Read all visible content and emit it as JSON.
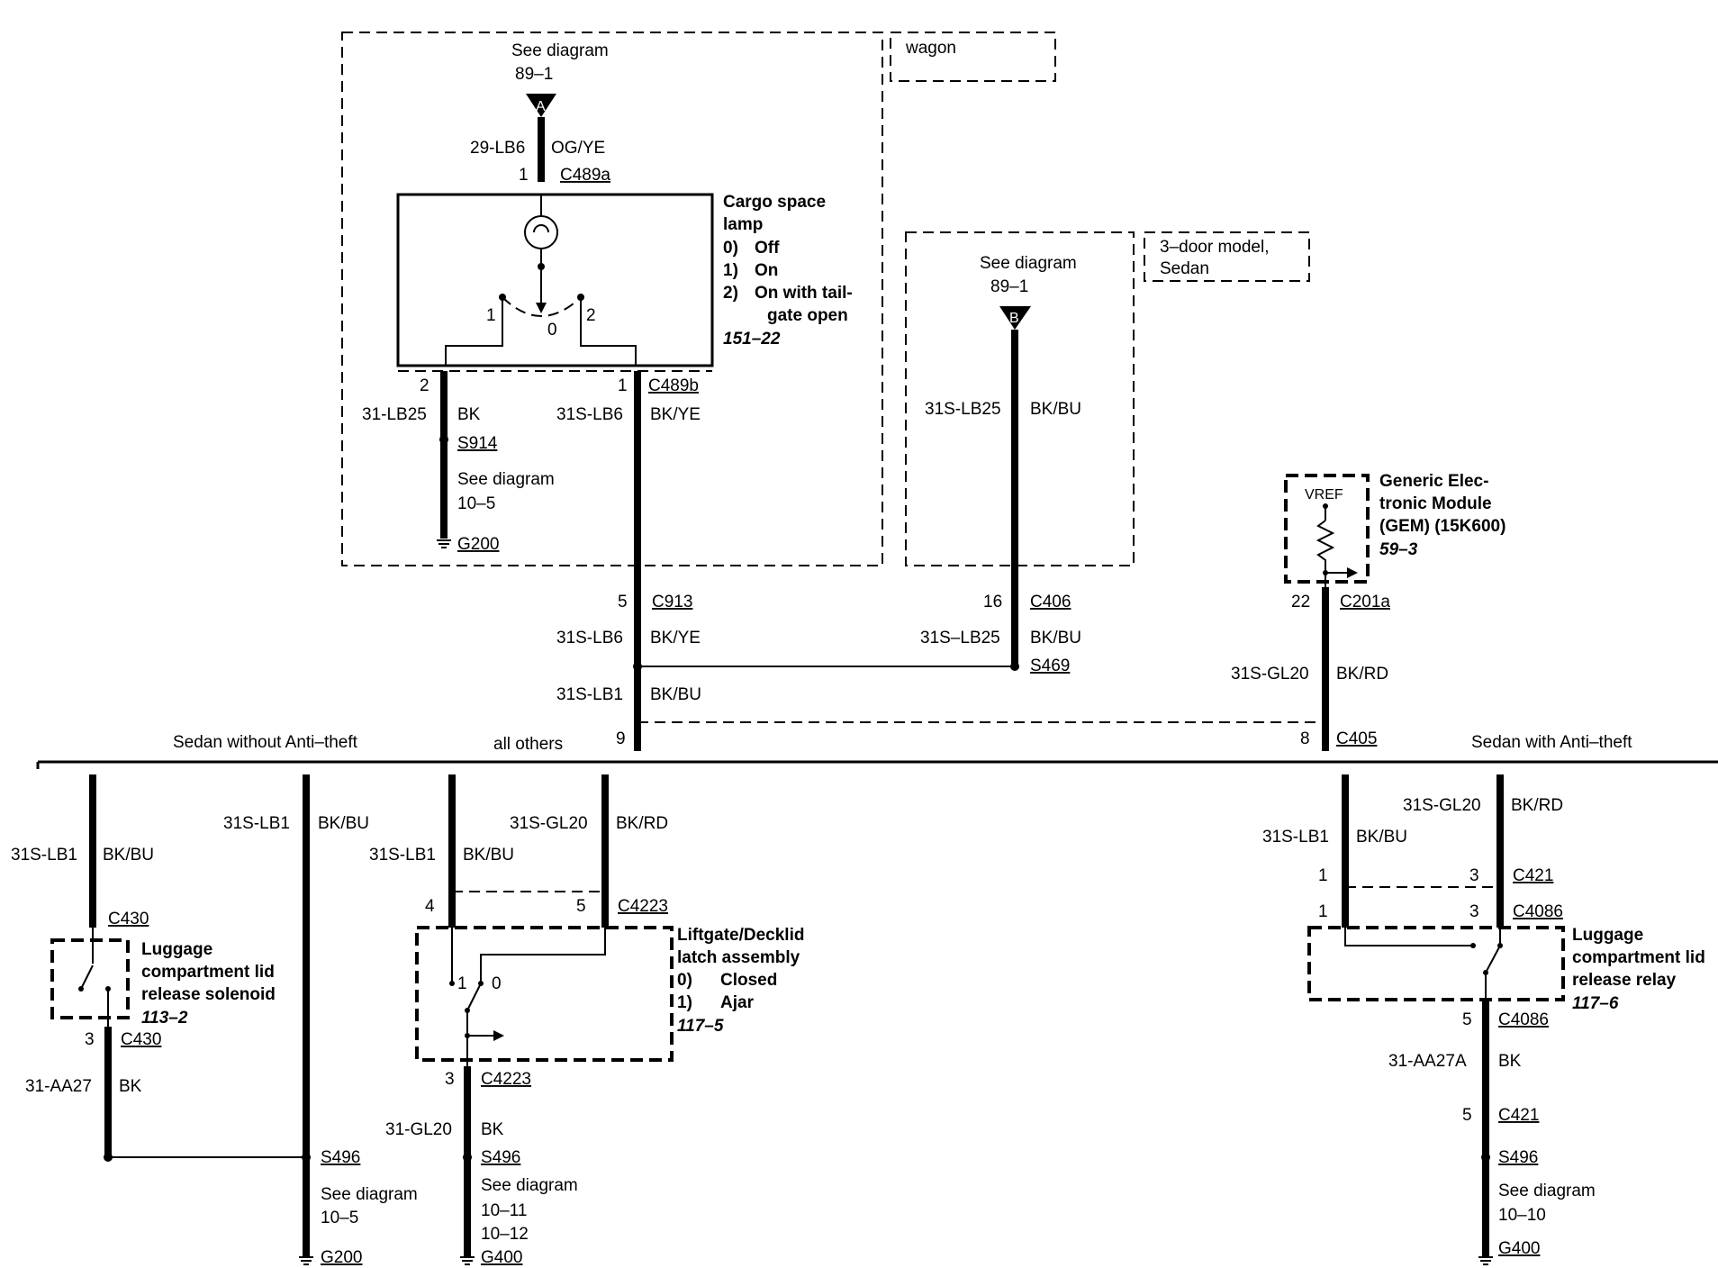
{
  "wagon_section": {
    "label": "wagon",
    "see_top": {
      "line1": "See diagram",
      "line2": "89–1",
      "marker": "A"
    },
    "wire_in": {
      "circuit": "29-LB6",
      "color": "OG/YE",
      "pin": "1",
      "connector": "C489a"
    },
    "lamp": {
      "title1": "Cargo space",
      "title2": "lamp",
      "states": [
        {
          "num": "0)",
          "label": "Off"
        },
        {
          "num": "1)",
          "label": "On"
        },
        {
          "num": "2)",
          "label": "On with tail-"
        }
      ],
      "state_cont": "gate open",
      "ref": "151–22",
      "switch_pins": [
        "1",
        "0",
        "2"
      ]
    },
    "out_left": {
      "pin": "2",
      "circuit": "31-LB25",
      "color": "BK",
      "splice": "S914",
      "see1": "See diagram",
      "see2": "10–5",
      "ground": "G200"
    },
    "out_right": {
      "pin": "1",
      "connector": "C489b",
      "circuit": "31S-LB6",
      "color": "BK/YE"
    }
  },
  "three_door_section": {
    "label1": "3–door model,",
    "label2": "Sedan",
    "see1": "See diagram",
    "see2": "89–1",
    "marker": "B",
    "circuit": "31S-LB25",
    "color": "BK/BU"
  },
  "gem": {
    "vref": "VREF",
    "title": [
      "Generic Elec-",
      "tronic Module",
      "(GEM) (15K600)"
    ],
    "ref": "59–3",
    "pin": "22",
    "connector": "C201a",
    "circuit": "31S-GL20",
    "color": "BK/RD"
  },
  "mid": {
    "c913": {
      "pin": "5",
      "connector": "C913",
      "circuit": "31S-LB6",
      "color": "BK/YE"
    },
    "c406": {
      "pin": "16",
      "connector": "C406",
      "circuit": "31S–LB25",
      "color": "BK/BU",
      "splice": "S469"
    },
    "lb1": {
      "circuit": "31S-LB1",
      "color": "BK/BU"
    },
    "c405_left_pin": "9",
    "c405_right_pin": "8",
    "c405": "C405",
    "opt_left": "Sedan without Anti–theft",
    "opt_mid": "all others",
    "opt_right": "Sedan with Anti–theft"
  },
  "solenoid_section": {
    "top_circuit": "31S-LB1",
    "top_color": "BK/BU",
    "connector_top": "C430",
    "title": [
      "Luggage",
      "compartment lid",
      "release solenoid"
    ],
    "ref": "113–2",
    "pin_bottom": "3",
    "connector_bottom": "C430",
    "out_circuit": "31-AA27",
    "out_color": "BK",
    "bus_circuit": "31S-LB1",
    "bus_color": "BK/BU",
    "splice": "S496",
    "see1": "See diagram",
    "see2": "10–5",
    "ground": "G200"
  },
  "latch_section": {
    "left_circuit": "31S-LB1",
    "left_color": "BK/BU",
    "right_circuit": "31S-GL20",
    "right_color": "BK/RD",
    "pin_left": "4",
    "pin_right": "5",
    "connector": "C4223",
    "title": [
      "Liftgate/Decklid",
      "latch assembly"
    ],
    "states": [
      {
        "num": "0)",
        "label": "Closed"
      },
      {
        "num": "1)",
        "label": "Ajar"
      }
    ],
    "ref": "117–5",
    "switch_pins": [
      "1",
      "0"
    ],
    "pin_bottom": "3",
    "connector_bottom": "C4223",
    "out_circuit": "31-GL20",
    "out_color": "BK",
    "splice": "S496",
    "see1": "See diagram",
    "see2": "10–11",
    "see3": "10–12",
    "ground": "G400"
  },
  "relay_section": {
    "left_circuit": "31S-LB1",
    "left_color": "BK/BU",
    "right_circuit": "31S-GL20",
    "right_color": "BK/RD",
    "c421_left_pin": "1",
    "c421_right_pin": "3",
    "c421": "C421",
    "c4086_left_pin": "1",
    "c4086_right_pin": "3",
    "c4086": "C4086",
    "title": [
      "Luggage",
      "compartment lid",
      "release relay"
    ],
    "ref": "117–6",
    "pin_out": "5",
    "connector_out": "C4086",
    "out_circuit": "31-AA27A",
    "out_color": "BK",
    "pin_c421": "5",
    "c421_bottom": "C421",
    "splice": "S496",
    "see1": "See diagram",
    "see2": "10–10",
    "ground": "G400"
  }
}
